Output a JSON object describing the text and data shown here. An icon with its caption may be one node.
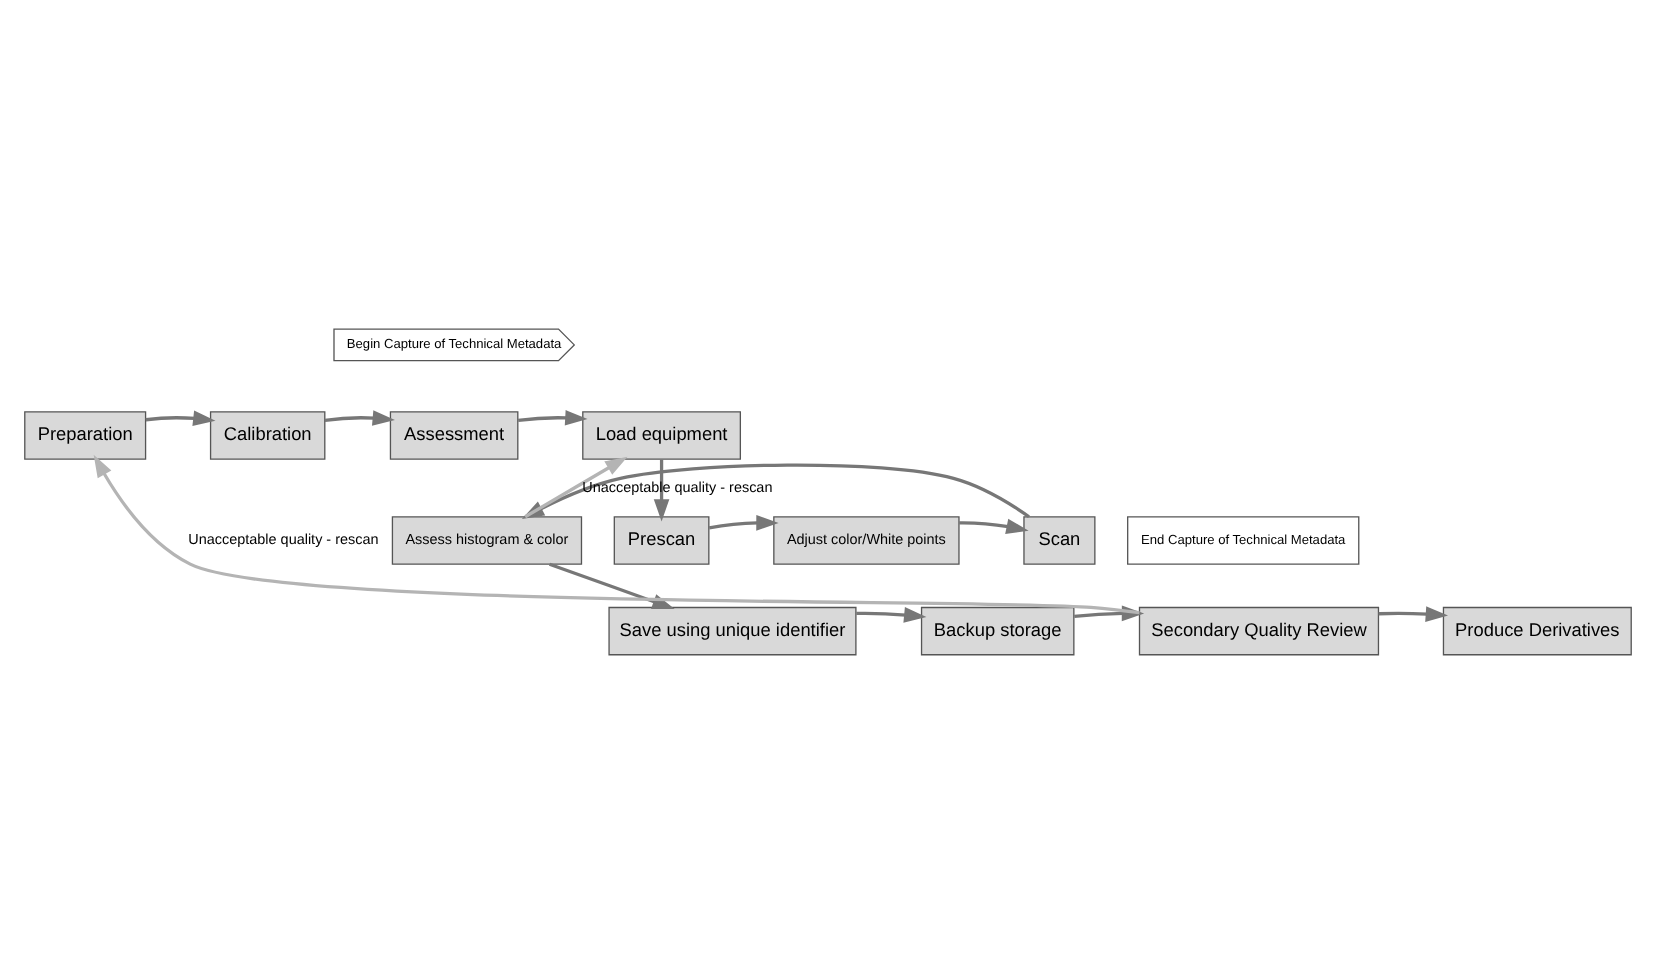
{
  "diagram": {
    "nodes": [
      {
        "text": [
          "Preparation"
        ]
      },
      {
        "text": [
          "Calibration"
        ]
      },
      {
        "text": [
          "Begin Capture of Technical Metadata"
        ]
      },
      {
        "text": [
          "Assessment"
        ]
      },
      {
        "text": [
          "Load equipment"
        ]
      },
      {
        "text": [
          "Prescan"
        ]
      },
      {
        "text": [
          "Adjust color/White points"
        ]
      },
      {
        "text": [
          "Scan"
        ]
      },
      {
        "text": [
          "Assess histogram & color"
        ]
      },
      {
        "text": [
          "End Capture of Technical Metadata"
        ]
      },
      {
        "text": [
          "Save using unique identifier"
        ]
      },
      {
        "text": [
          "Backup storage"
        ]
      },
      {
        "text": [
          "Secondary Quality Review"
        ]
      },
      {
        "text": [
          "Produce Derivatives"
        ]
      }
    ],
    "edges": [
      {
        "from": 0,
        "to": 1,
        "arrow": "to"
      },
      {
        "from": 1,
        "to": 3,
        "arrow": "to"
      },
      {
        "from": 3,
        "to": 4,
        "arrow": "to"
      },
      {
        "from": 4,
        "to": 5,
        "arrow": "to"
      },
      {
        "from": 5,
        "to": 6,
        "arrow": "to"
      },
      {
        "from": 6,
        "to": 7,
        "arrow": "to"
      },
      {
        "from": 7,
        "to": 8,
        "arrow": "to"
      },
      {
        "from": 8,
        "to": 4,
        "arrow": "to",
        "label": "Unacceptable quality - rescan",
        "color": "#b4b4b4"
      },
      {
        "from": 8,
        "to": 10,
        "arrow": "to"
      },
      {
        "from": 10,
        "to": 11,
        "arrow": "to"
      },
      {
        "from": 11,
        "to": 12,
        "arrow": "to"
      },
      {
        "from": 12,
        "to": 13,
        "arrow": "to"
      },
      {
        "from": 12,
        "to": 0,
        "arrow": "to",
        "label": "Unacceptable quality - rescan",
        "color": "#b4b4b4"
      }
    ]
  }
}
